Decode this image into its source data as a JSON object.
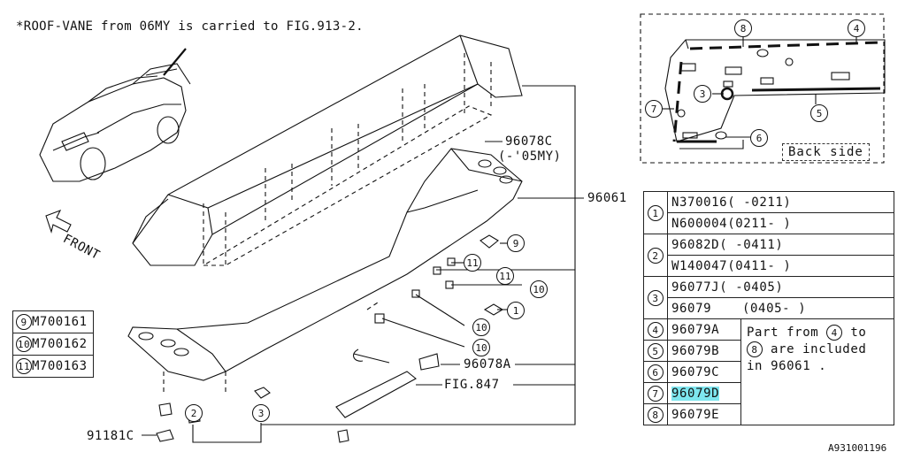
{
  "note": "*ROOF-VANE from 06MY is carried to FIG.913-2.",
  "front_label": "FRONT",
  "labels": {
    "p96078C": "96078C",
    "p96078C_note": "(-'05MY)",
    "p96061": "96061",
    "p96078A": "96078A",
    "fig847": "FIG.847",
    "p91181C": "91181C",
    "back_side": "Back side",
    "corner_code": "A931001196"
  },
  "callouts": [
    "9",
    "11",
    "11",
    "10",
    "1",
    "10",
    "10",
    "2",
    "3",
    "8",
    "4",
    "3",
    "7",
    "5",
    "6"
  ],
  "small_table": [
    {
      "num": "9",
      "code": "M700161"
    },
    {
      "num": "10",
      "code": "M700162"
    },
    {
      "num": "11",
      "code": "M700163"
    }
  ],
  "parts_table": {
    "rows": [
      {
        "num": "1",
        "code": "N370016",
        "range": "( -0211)"
      },
      {
        "num": "",
        "code": "N600004",
        "range": "(0211- )"
      },
      {
        "num": "2",
        "code": "96082D",
        "range": "( -0411)"
      },
      {
        "num": "",
        "code": "W140047",
        "range": "(0411- )"
      },
      {
        "num": "3",
        "code": "96077J",
        "range": "( -0405)"
      },
      {
        "num": "",
        "code": "96079",
        "range": "(0405- )"
      },
      {
        "num": "4",
        "code": "96079A"
      },
      {
        "num": "5",
        "code": "96079B"
      },
      {
        "num": "6",
        "code": "96079C"
      },
      {
        "num": "7",
        "code": "96079D",
        "highlight": true
      },
      {
        "num": "8",
        "code": "96079E"
      }
    ],
    "info_line1": "Part from",
    "info_n1": "4",
    "info_line1b": "to",
    "info_n2": "8",
    "info_line2": "are included",
    "info_line3": "in 96061 ."
  },
  "colors": {
    "highlight": "#7ee6ef",
    "line": "#111111"
  }
}
